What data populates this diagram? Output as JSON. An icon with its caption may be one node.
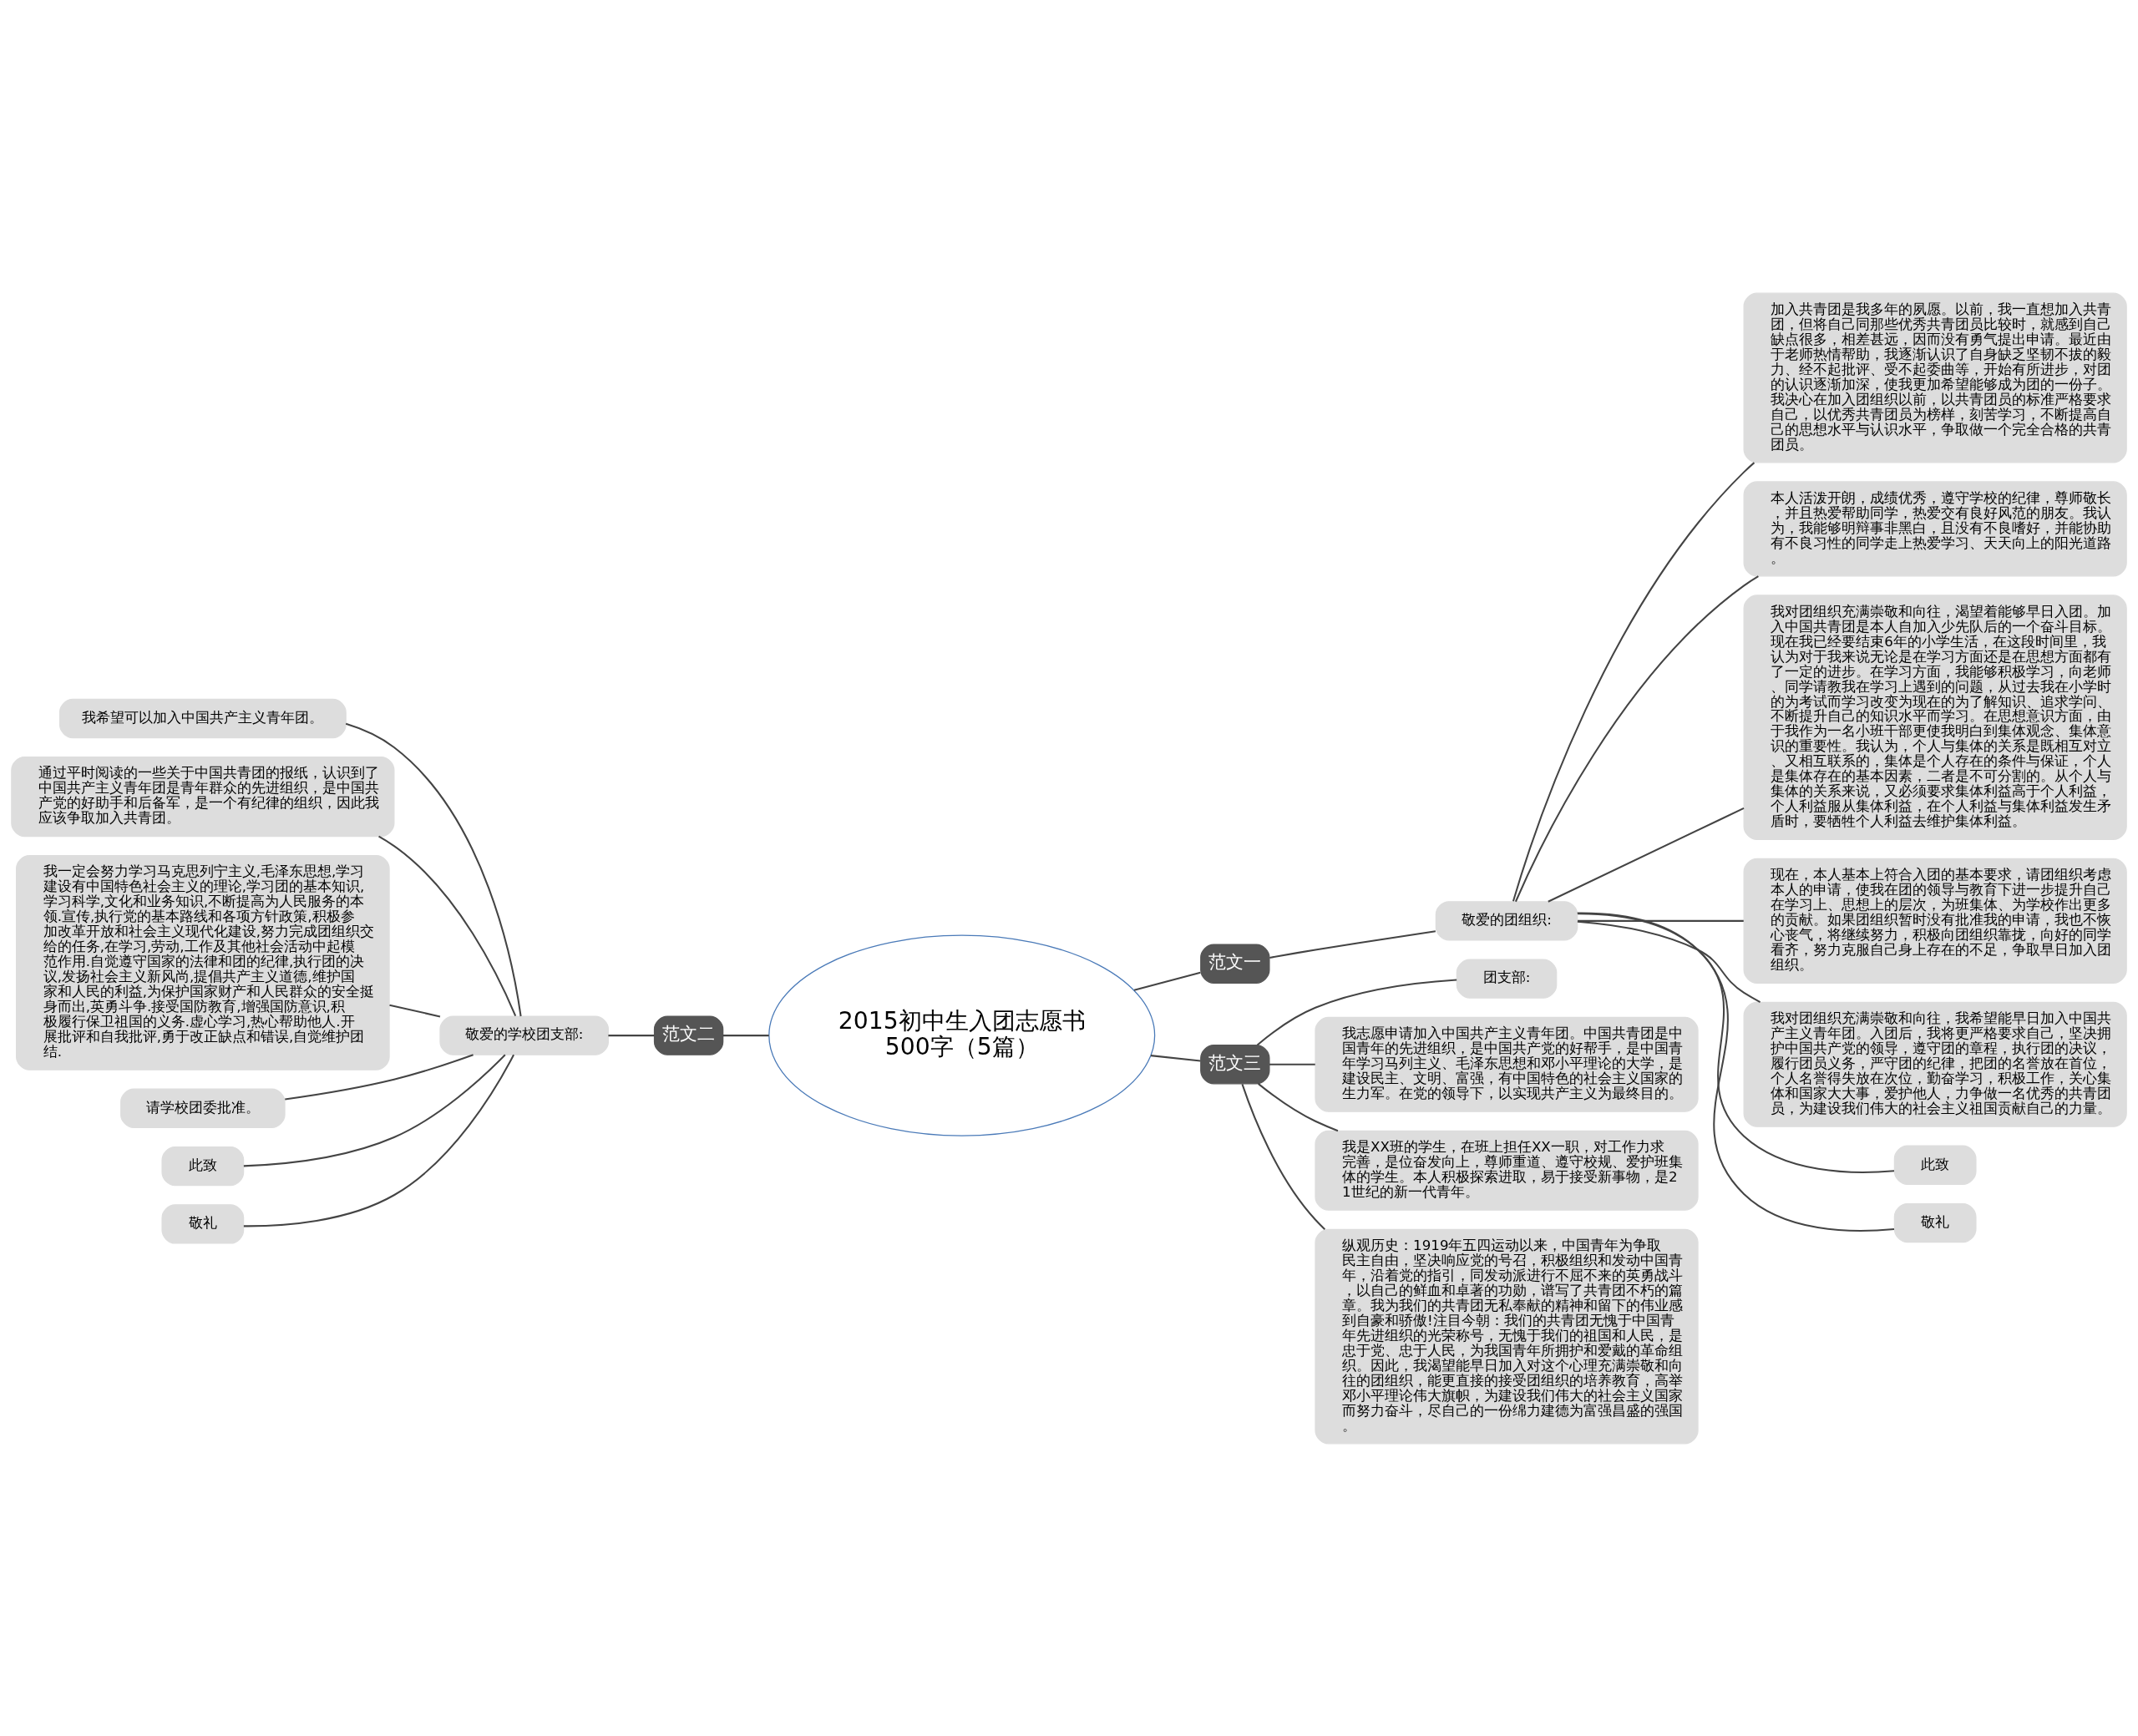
{
  "diagram": {
    "nodes": [
      {
        "text": [
          "2015初中生入团志愿书500字（5篇）"
        ]
      },
      {
        "text": [
          "范文一"
        ]
      },
      {
        "text": [
          "敬爱的团组织:"
        ]
      },
      {
        "text": [
          "加入共青团是我多年的夙愿。以前，我一直想加入共青团，但将自己同那些优秀共青团员比较时，就感到自己缺点很多，相差甚远，因而没有勇气提出申请。最近由于老师热情帮助，我逐渐认识了自身缺乏坚韧不拔的毅力、经不起批评、受不起委曲等，开始有所进步，对团的认识逐渐加深，使我更加希望能够成为团的一份子。我决心在加入团组织以前，以共青团员的标准严格要求自己，以优秀共青团员为榜样，刻苦学习，不断提高自己的思想水平与认识水平，争取做一个完全合格的共青团员。"
        ]
      },
      {
        "text": [
          "本人活泼开朗，成绩优秀，遵守学校的纪律，尊师敬长，并且热爱帮助同学，热爱交有良好风范的朋友。我认为，我能够明辩事非黑白，且没有不良嗜好，并能协助有不良习性的同学走上热爱学习、天天向上的阳光道路。"
        ]
      },
      {
        "text": [
          "我对团组织充满崇敬和向往，渴望着能够早日入团。加入中国共青团是本人自加入少先队后的一个奋斗目标。现在我已经要结束6年的小学生活，在这段时间里，我认为对于我来说无论是在学习方面还是在思想方面都有了一定的进步。在学习方面，我能够积极学习，向老师、同学请教我在学习上遇到的问题，从过去我在小学时的为考试而学习改变为现在的为了解知识、追求学问、不断提升自己的知识水平而学习。在思想意识方面，由于我作为一名小班干部更使我明白到集体观念、集体意识的重要性。我认为，个人与集体的关系是既相互对立、又相互联系的，集体是个人存在的条件与保证，个人是集体存在的基本因素，二者是不可分割的。从个人与集体的关系来说，又必须要求集体利益高于个人利益，个人利益服从集体利益，在个人利益与集体利益发生矛盾时，要牺牲个人利益去维护集体利益。"
        ]
      },
      {
        "text": [
          "现在，本人基本上符合入团的基本要求，请团组织考虑本人的申请，使我在团的领导与教育下进一步提升自己在学习上、思想上的层次，为班集体、为学校作出更多的贡献。如果团组织暂时没有批准我的申请，我也不恢心丧气，将继续努力，积极向团组织靠拢，向好的同学看齐，努力克服自己身上存在的不足，争取早日加入团组织。"
        ]
      },
      {
        "text": [
          "我对团组织充满崇敬和向往，我希望能早日加入中国共产主义青年团。入团后，我将更严格要求自己，坚决拥护中国共产党的领导，遵守团的章程，执行团的决议，履行团员义务，严守团的纪律，把团的名誉放在首位，个人名誉得失放在次位，勤奋学习，积极工作，关心集体和国家大大事，爱护他人，力争做一名优秀的共青团员，为建设我们伟大的社会主义祖国贡献自己的力量。"
        ]
      },
      {
        "text": [
          "此致"
        ]
      },
      {
        "text": [
          "敬礼"
        ]
      },
      {
        "text": [
          "范文三"
        ]
      },
      {
        "text": [
          "团支部:"
        ]
      },
      {
        "text": [
          "我志愿申请加入中国共产主义青年团。中国共青团是中国青年的先进组织，是中国共产党的好帮手，是中国青年学习马列主义、毛泽东思想和邓小平理论的大学，是建设民主、文明、富强，有中国特色的社会主义国家的生力军。在党的领导下，以实现共产主义为最终目的。"
        ]
      },
      {
        "text": [
          "我是XX班的学生，在班上担任XX一职，对工作力求完善，是位奋发向上，尊师重道、遵守校规、爱护班集体的学生。本人积极探索进取，易于接受新事物，是21世纪的新一代青年。"
        ]
      },
      {
        "text": [
          "纵观历史：1919年五四运动以来，中国青年为争取民主自由，坚决响应党的号召，积极组织和发动中国青年，沿着党的指引，同发动派进行不屈不来的英勇战斗，以自己的鲜血和卓著的功勋，谱写了共青团不朽的篇章。我为我们的共青团无私奉献的精神和留下的伟业感到自豪和骄傲!注目今朝：我们的共青团无愧于中国青年先进组织的光荣称号，无愧于我们的祖国和人民，是忠于党、忠于人民，为我国青年所拥护和爱戴的革命组织。因此，我渴望能早日加入对这个心理充满崇敬和向往的团组织，能更直接的接受团组织的培养教育，高举邓小平理论伟大旗帜，为建设我们伟大的社会主义国家而努力奋斗，尽自己的一份绵力建德为富强昌盛的强国。"
        ]
      },
      {
        "text": [
          "范文二"
        ]
      },
      {
        "text": [
          "敬爱的学校团支部:"
        ]
      },
      {
        "text": [
          "我希望可以加入中国共产主义青年团。"
        ]
      },
      {
        "text": [
          "通过平时阅读的一些关于中国共青团的报纸，认识到了中国共产主义青年团是青年群众的先进组织，是中国共产党的好助手和后备军，是一个有纪律的组织，因此我应该争取加入共青团。"
        ]
      },
      {
        "text": [
          "我一定会努力学习马克思列宁主义,毛泽东思想,学习建设有中国特色社会主义的理论,学习团的基本知识,学习科学,文化和业务知识,不断提高为人民服务的本领.宣传,执行党的基本路线和各项方针政策,积极参加改革开放和社会主义现代化建设,努力完成团组织交给的任务,在学习,劳动,工作及其他社会活动中起模范作用.自觉遵守国家的法律和团的纪律,执行团的决议,发扬社会主义新风尚,提倡共产主义道德,维护国家和人民的利益,为保护国家财产和人民群众的安全挺身而出,英勇斗争.接受国防教育,增强国防意识,积极履行保卫祖国的义务.虚心学习,热心帮助他人.开展批评和自我批评,勇于改正缺点和错误,自觉维护团结."
        ]
      },
      {
        "text": [
          "请学校团委批准。"
        ]
      },
      {
        "text": [
          "此致"
        ]
      },
      {
        "text": [
          "敬礼"
        ]
      }
    ],
    "edges": [
      {
        "from": 0,
        "to": 1,
        "arrow": "none"
      },
      {
        "from": 1,
        "to": 2,
        "arrow": "none"
      },
      {
        "from": 2,
        "to": 3,
        "arrow": "none"
      },
      {
        "from": 2,
        "to": 4,
        "arrow": "none"
      },
      {
        "from": 2,
        "to": 5,
        "arrow": "none"
      },
      {
        "from": 2,
        "to": 6,
        "arrow": "none"
      },
      {
        "from": 2,
        "to": 7,
        "arrow": "none"
      },
      {
        "from": 2,
        "to": 8,
        "arrow": "none"
      },
      {
        "from": 2,
        "to": 9,
        "arrow": "none"
      },
      {
        "from": 0,
        "to": 10,
        "arrow": "none"
      },
      {
        "from": 10,
        "to": 11,
        "arrow": "none"
      },
      {
        "from": 10,
        "to": 12,
        "arrow": "none"
      },
      {
        "from": 10,
        "to": 13,
        "arrow": "none"
      },
      {
        "from": 10,
        "to": 14,
        "arrow": "none"
      },
      {
        "from": 0,
        "to": 15,
        "arrow": "none"
      },
      {
        "from": 15,
        "to": 16,
        "arrow": "none"
      },
      {
        "from": 16,
        "to": 17,
        "arrow": "none"
      },
      {
        "from": 16,
        "to": 18,
        "arrow": "none"
      },
      {
        "from": 16,
        "to": 19,
        "arrow": "none"
      },
      {
        "from": 16,
        "to": 20,
        "arrow": "none"
      },
      {
        "from": 16,
        "to": 21,
        "arrow": "none"
      },
      {
        "from": 16,
        "to": 22,
        "arrow": "none"
      }
    ]
  }
}
